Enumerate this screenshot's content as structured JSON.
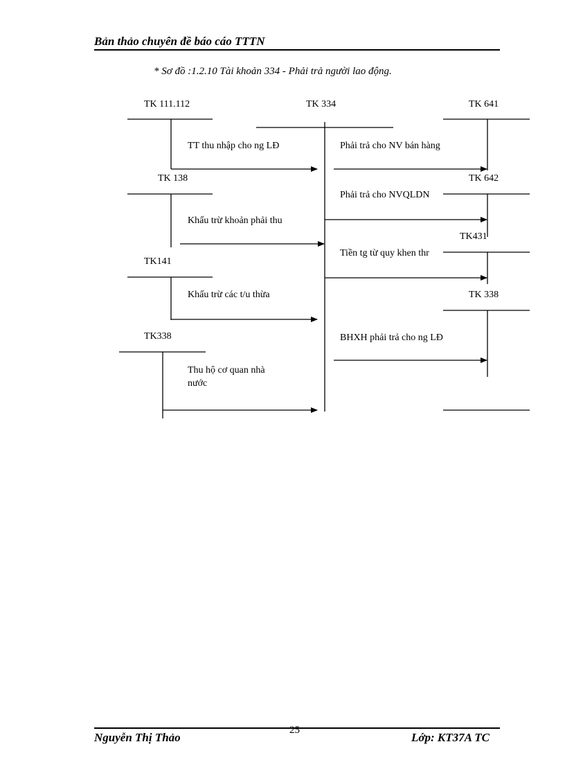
{
  "header": {
    "title": "Bản thảo chuyên đề báo cáo TTTN"
  },
  "caption": "* Sơ đồ :1.2.10  Tài khoản 334 - Phải trả người lao động.",
  "accounts": {
    "tk111": "TK 111.112",
    "tk334": "TK 334",
    "tk641": "TK 641",
    "tk138": "TK 138",
    "tk642": "TK 642",
    "tk431": "TK431",
    "tk141": "TK141",
    "tk338_right": "TK 338",
    "tk338_left": "TK338"
  },
  "flows": {
    "tt_thu_nhap": "TT thu nhập cho ng LĐ",
    "khau_tru_phai_thu": "Khấu trừ khoản phải thu",
    "khau_tru_tu_thua": "Khấu trừ các t/u thừa",
    "thu_ho_line1": "Thu hộ cơ quan nhà",
    "thu_ho_line2": "nước",
    "phai_tra_nv_ban_hang": "Phải trả cho NV bán hàng",
    "phai_tra_nvqldn": "Phải trả cho NVQLDN",
    "tien_thuong": "Tiền tg từ quy khen thr",
    "bhxh": "BHXH phải trả cho ng LĐ"
  },
  "footer": {
    "author": "Nguyễn Thị Thảo",
    "page_number": "25",
    "class": "Lớp: KT37A TC"
  }
}
